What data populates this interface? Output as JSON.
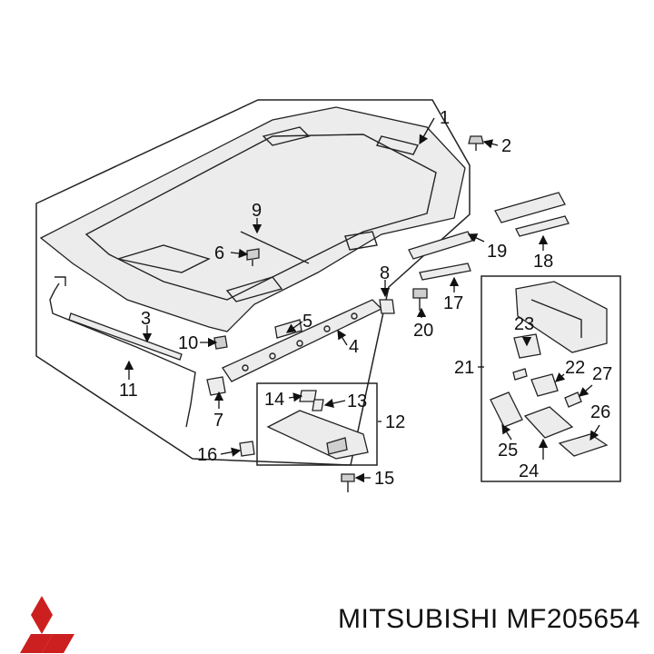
{
  "callouts": {
    "c1": "1",
    "c2": "2",
    "c3": "3",
    "c4": "4",
    "c5": "5",
    "c6": "6",
    "c7": "7",
    "c8": "8",
    "c9": "9",
    "c10": "10",
    "c11": "11",
    "c12": "12",
    "c13": "13",
    "c14": "14",
    "c15": "15",
    "c16": "16",
    "c17": "17",
    "c18": "18",
    "c19": "19",
    "c20": "20",
    "c21": "21",
    "c22": "22",
    "c23": "23",
    "c24": "24",
    "c25": "25",
    "c26": "26",
    "c27": "27"
  },
  "caption": {
    "brand": "MITSUBISHI",
    "part_number": "MF205654"
  },
  "colors": {
    "logo": "#cc1f1f",
    "ink": "#111111"
  },
  "icons": {
    "logo": "mitsubishi-three-diamond-logo"
  }
}
